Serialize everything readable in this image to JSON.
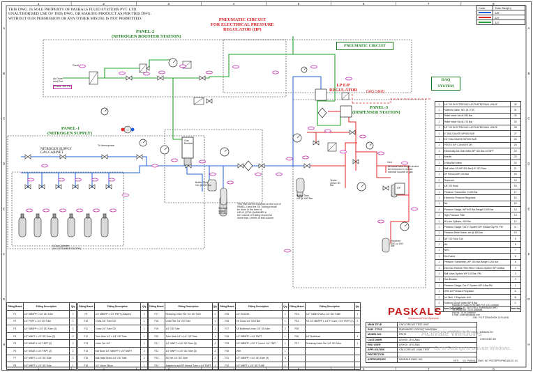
{
  "notice": "THIS DWG. IS SOLE PROPERTY OF PASKALS FLUID SYSTEMS PVT. LTD.\nUNAUTHORISED USE OF THIS DWG. OR MAKING PRODUCT AS PER THIS DWG.\nWITHOUT OUR PERMISSION OR ANY OTHER MISUSE IS NOT PERMITTED.",
  "legend": {
    "header_color": "Color",
    "header_size": "Tube Size(In)",
    "rows": [
      {
        "color": "#1f5fd6",
        "size": "1/8\""
      },
      {
        "color": "#e02424",
        "size": "1/4\""
      },
      {
        "color": "#22a32a",
        "size": "1/2\""
      }
    ]
  },
  "titles": {
    "panel2": "PANEL-2",
    "panel2_sub": "(NITROGEN BOOSTER STATION)",
    "pneumatic_ep": "PNEUMATIC CIRCUIT\nFOR ELECTRICAL PRESSURE\nREGULATOR (HP)",
    "pneumatic": "PNEUMATIC CIRCUIT",
    "lp_ep": "LP E/P\nREGULATOR",
    "daq_card": "DAQ CARD",
    "daq_system": "DAQ\nSYSTEM",
    "panel3": "PANEL-3",
    "panel3_sub": "(DISPENSER STATION)",
    "panel1": "PANEL-1",
    "panel1_sub": "(NITROGEN SUPPLY)",
    "supply_cabinet": "NITROGEN SUPPLY\nGAS CABINET"
  },
  "labels": {
    "panel": "Panel",
    "air_drive": "Air Drive\nInlet Port",
    "air_drive_tag": "Press: 100 Psi",
    "to_atmosphere": "To Atmosphere",
    "gas_booster": "Gas\nBooster",
    "cylinder_note": "6 Gas Cylinder\n(IN CUSTOMER SCOPE)",
    "buffer_tank": "Buffer Tank\nVol.@ 400 Bar",
    "storage_vessel": "Storage\nVessel\n100 mL",
    "note_copy": "This Part will be mounted on the roof of\nPANEL 3 and the SS Tubing should\nbe done in the form of\nHELIX (COIL) MANNER &\nthe volume of Tubing should be\nmore than 3 times of test volume",
    "buffer_tank2": "Buffer Tank\nVol.@ 400 Bar",
    "receiver": "Receiver\n200 cc 200\nBar",
    "tester": "Tester\n100cc 50\nBar",
    "vent": "Vent",
    "dp": "DP",
    "vent_note": "All these tube length should\nbe minimum to reduce\ninternal Volume of gas"
  },
  "bom": [
    {
      "d": "1/4\" SS ELECTRICALLY ACTUATED BALL VALVE",
      "q": "1",
      "n": "32"
    },
    {
      "d": "Solenoid Valve, NO, 24 V DC",
      "q": "1",
      "n": "31"
    },
    {
      "d": "Relief Valve Set At 250 Bar",
      "q": "1",
      "n": "30"
    },
    {
      "d": "Relief Valve Set At 175 Bar",
      "q": "1",
      "n": "29"
    },
    {
      "d": "1/4\" SS ELECTRICALLY ACTUATED BALL VALVE",
      "q": "1",
      "n": "28"
    },
    {
      "d": "4\" DIALGAUGE,WP400 BAR",
      "q": "1",
      "n": "27"
    },
    {
      "d": "2.5\" DIALGAUGE,WP400 BAR",
      "q": "1",
      "n": "26"
    },
    {
      "d": "PESTO E/P CONVERTOR",
      "q": "1",
      "n": "25"
    },
    {
      "d": "Electrically Act. Ball Valve,WP 100 Bar,1/4\"NPT",
      "q": "1",
      "n": "24"
    },
    {
      "d": "Needle",
      "q": "1",
      "n": "23"
    },
    {
      "d": "3 Way Ball Valve",
      "q": "1",
      "n": "22"
    },
    {
      "d": "Ball Valve,SS,WP 300 Bar,1/4\" OD Tube",
      "q": "1",
      "n": "21"
    },
    {
      "d": "DP Sensor,WP 100 Bar",
      "q": "1",
      "n": "20"
    },
    {
      "d": "Reservoir",
      "q": "1",
      "n": "19"
    },
    {
      "d": "1/8\" SS Hose",
      "q": "1",
      "n": "18"
    },
    {
      "d": "Pressure Transmitter, 0-400 Bar",
      "q": "1",
      "n": "17"
    },
    {
      "d": "Electronic Pressure Regulator",
      "q": "1",
      "n": "16"
    },
    {
      "d": "NA",
      "q": "1",
      "n": "15"
    },
    {
      "d": "Pressure Gauge, WP 400 Bar,Range 0-600 bar",
      "q": "1",
      "n": "14"
    },
    {
      "d": "High Pressure Filter",
      "q": "1",
      "n": "13"
    },
    {
      "d": "50 Litre Cylinder, 400 Bar",
      "q": "1",
      "n": "12"
    },
    {
      "d": "Pressure Gauge, Dia 4\",System WP 400Bar,Gly.Fill, PM",
      "q": "1",
      "n": "11"
    },
    {
      "d": "Pressure Relief Valve, set @ 450 bar",
      "q": "1",
      "n": "10"
    },
    {
      "d": "3/4\" OD Tube Coil",
      "q": "1",
      "n": "9"
    },
    {
      "d": "NA",
      "q": "1",
      "n": "8"
    },
    {
      "d": "NRV",
      "q": "1",
      "n": "7"
    },
    {
      "d": "Vent Valve",
      "q": "1",
      "n": "6"
    },
    {
      "d": "Pressure Transmitter, WP 150 Bar,Range 0-200 bar",
      "q": "1",
      "n": "5"
    },
    {
      "d": "Inlet Gas Particle Filter,Filter,7 Micron,System WP 100Bar",
      "q": "1",
      "n": "4"
    },
    {
      "d": "Ball Valve,System WP 100 Bar, PM",
      "q": "1",
      "n": "3"
    },
    {
      "d": "Gas Booster",
      "q": "1",
      "n": "2"
    },
    {
      "d": "Pressure Gauge, Dia 4\",System WP 6 Bar,PM",
      "q": "1",
      "n": "1"
    },
    {
      "d": "ORD Air Pressure Regulator",
      "q": "1",
      "n": "A"
    },
    {
      "d": "Air Filter + Regulator Unit",
      "q": "1",
      "n": "B"
    },
    {
      "d": "Solenoid On/off Valve,WP 8 Bar",
      "q": "1",
      "n": "C"
    }
  ],
  "bom_footer": {
    "qty": "Qty",
    "desc": "Item Description",
    "no": "Item No"
  },
  "fittings": {
    "head_stand": "Fitting Brand",
    "head_desc": "Fitting Description",
    "head_qty": "Qty",
    "cols": [
      [
        {
          "b": "F1",
          "d": "1/4\" MBSPP x 1/4\" OD Tube",
          "q": "2"
        },
        {
          "b": "F2",
          "d": "1/4\" FNPT x 1/4\" OD Tube",
          "q": "2"
        },
        {
          "b": "F3",
          "d": "1/4\" MBSPP x 1/4\" OD Tube (3)",
          "q": "3"
        },
        {
          "b": "F4",
          "d": "1/2\" MNPT x 1/2\" OD Tube (3)",
          "q": "3"
        },
        {
          "b": "F5",
          "d": "1/4\" MSAE x 1/4\" FNPT (2)",
          "q": "2"
        },
        {
          "b": "F6",
          "d": "1/4\" MSAE x 1/4\" FNPT (2)",
          "q": "2"
        },
        {
          "b": "F7",
          "d": "1/4\" MNPT x 1/4\" OD Tube",
          "q": "2"
        },
        {
          "b": "F8",
          "d": "1/4\" MNPT x 1/4\" OD Tube",
          "q": "1"
        }
      ],
      [
        {
          "b": "F9",
          "d": "1/4\" MBSPP x 1/4\" FNPT (Adapter)",
          "q": "2"
        },
        {
          "b": "F10",
          "d": "Cross 1/4\" Tube OD",
          "q": "1"
        },
        {
          "b": "F11",
          "d": "Cross 1/4\" Tube OD",
          "q": "1"
        },
        {
          "b": "F12",
          "d": "Tube Stub 1/4\" x 1/4\" OD Tube",
          "q": "1"
        },
        {
          "b": "F13",
          "d": "Union Tee 1/4\"",
          "q": "1"
        },
        {
          "b": "F14",
          "d": "Bull Nose 1/4\" MBSPP x 1/4\" MNPT",
          "q": "2"
        },
        {
          "b": "F15",
          "d": "Bulk head Union 1/4\" OD Tube",
          "q": "2"
        },
        {
          "b": "F16",
          "d": "1/4\" Union Elbow",
          "q": "1"
        }
      ],
      [
        {
          "b": "F17",
          "d": "Reducing Union Tee 1/4\" OD Tube",
          "q": "1"
        },
        {
          "b": "F18",
          "d": "Union Tee 1/4\" OD Tube",
          "q": "1"
        },
        {
          "b": "F19",
          "d": "1/4\" OD Tube",
          "q": "1"
        },
        {
          "b": "F20",
          "d": "Tube Stub 1/4\" x 1/4\" OD Tube",
          "q": "1"
        },
        {
          "b": "F21",
          "d": "1/4\" MNPT x 1/4\" OD Tube (3)",
          "q": "3"
        },
        {
          "b": "F22",
          "d": "1/4\" MNPT x 1/4\" OD Tube (3)",
          "q": "3"
        },
        {
          "b": "F23",
          "d": "SS Tee 1/4\" OD Tube",
          "q": "1"
        },
        {
          "b": "F24",
          "d": "Adapter to suit DP Sensor Tube x 1/4\" FNPT",
          "q": "1"
        }
      ],
      [
        {
          "b": "F25",
          "d": "1/4\" ELBOW",
          "q": "1"
        },
        {
          "b": "F26",
          "d": "SS Cross 1/4\" OD Tube",
          "q": "1"
        },
        {
          "b": "F27",
          "d": "SS Bulkhead Union 1/4\" OD tube",
          "q": "2"
        },
        {
          "b": "F28",
          "d": "1/4\" MBSPP x 1/4\" FNPT",
          "q": "1"
        },
        {
          "b": "F29",
          "d": "1/4\" MBSPP x 1/4\" F Conn x 1/4\" FNPT",
          "q": "1"
        },
        {
          "b": "F30",
          "d": "Vent",
          "q": "1"
        },
        {
          "b": "F31",
          "d": "1/4\" MBSPP x 1/4\" OD Tube (3)",
          "q": "3"
        },
        {
          "b": "F32",
          "d": "1/4\" MNPT x 1/4\" OD TUBE",
          "q": "1"
        }
      ],
      [
        {
          "b": "F33",
          "d": "1/4\" TUBE STUB x 1/4\" OD TUBE",
          "q": "1"
        },
        {
          "b": "F34",
          "d": "SS 1/4\" MBSPP x 1/4\" F Conn x 1/4\" FNPT (2)",
          "q": "2"
        },
        {
          "b": "F35",
          "d": "",
          "q": ""
        },
        {
          "b": "F36",
          "d": "1/4\" Bulkhead",
          "q": "1"
        },
        {
          "b": "F37",
          "d": "Reducing Union Tee 1/4\" OD Tube",
          "q": "1"
        },
        {
          "b": "",
          "d": "",
          "q": ""
        },
        {
          "b": "",
          "d": "",
          "q": ""
        },
        {
          "b": "",
          "d": "",
          "q": ""
        }
      ]
    ]
  },
  "title_block": {
    "brand": "PASKALS",
    "brand_sub": "Advanced Fluid Systems",
    "address": "PASKALS FLUID SYSTEMS PVT. LTD. (INDIA)\nPLOT NO. 62, SECTOR-4, FARIDABAD (HR)\nTel./Phone No.: 0129-4088888\nFax No.: 0129-4088889\nE-Mail : sales@paskals.com",
    "job_no": "JOB : PV-PT20/ASHOK LEYLAND",
    "rows": [
      {
        "k": "MAIN TITLE",
        "v": "CNG CIRCUIT TEST UNIT"
      },
      {
        "k": "SUB - TITLE",
        "v": "PNEUMATIC CIRCUIT DIAGRAM"
      },
      {
        "k": "MODEL NO.",
        "v": "P0079"
      },
      {
        "k": "CUSTOMER",
        "v": "ASHOK LEYLAND"
      },
      {
        "k": "END USER",
        "v": "ASHOK LEYLAND"
      },
      {
        "k": "APPLICATION",
        "v": "CNG CIRCUIT LEAK TEST"
      },
      {
        "k": "PROJECTION",
        "v": ""
      },
      {
        "k": "APPROVED BY",
        "v": "PASKALS DWG. NO."
      }
    ],
    "drawn_by": "DRAWN BY",
    "checked_by": "CHECKED BY",
    "dwg_no": "PASKALS DWG. NO. P0079/PFD/PNEU/AL/01",
    "scale": "NTS",
    "sheet": "1/1",
    "rev": "01"
  },
  "watermark": "Activate Windows",
  "watermark_sub": "Go to Settings to activate Windows.",
  "col_labels": [
    "1",
    "2",
    "3",
    "4",
    "5",
    "6",
    "7",
    "8"
  ],
  "row_labels": [
    "A",
    "B",
    "C",
    "D",
    "E",
    "F",
    "G",
    "H"
  ]
}
